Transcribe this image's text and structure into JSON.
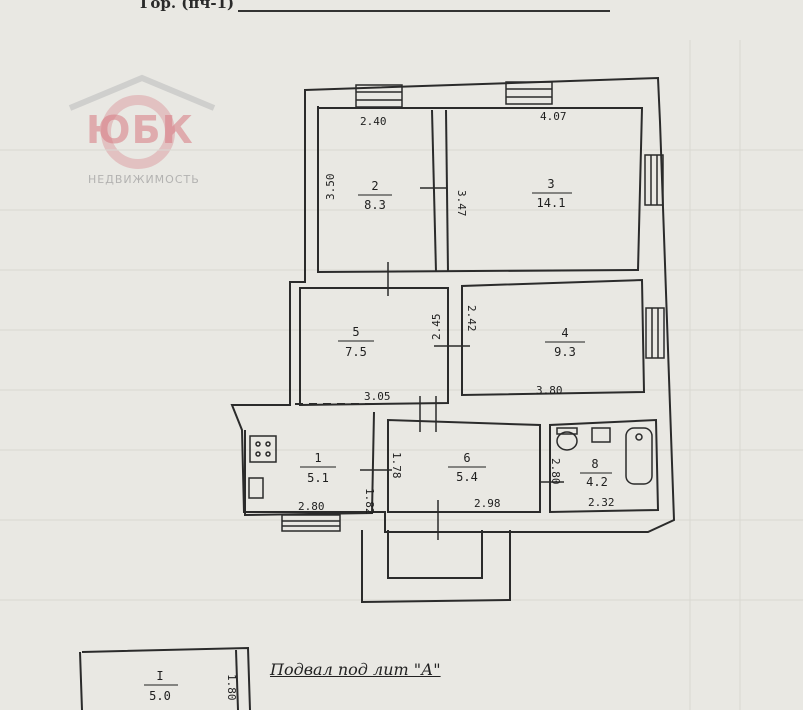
{
  "header": {
    "label": "Гор. (пч-1)"
  },
  "watermark": {
    "brand": "ЮБК",
    "subtitle": "НЕДВИЖИМОСТЬ",
    "color": "#d7787f"
  },
  "rooms": [
    {
      "number": "1",
      "area": "5.1"
    },
    {
      "number": "2",
      "area": "8.3"
    },
    {
      "number": "3",
      "area": "14.1"
    },
    {
      "number": "4",
      "area": "9.3"
    },
    {
      "number": "5",
      "area": "7.5"
    },
    {
      "number": "6",
      "area": "5.4"
    },
    {
      "number": "8",
      "area": "4.2"
    }
  ],
  "dimensions": {
    "room2_top": "2.40",
    "room3_top": "4.07",
    "room2_left": "3.50",
    "room2_right": "3.47",
    "room5_right": "2.45",
    "room4_left": "2.42",
    "room4_bottom": "3.80",
    "room5_bottom": "3.05",
    "room1_right": "1.82",
    "room1_bottom": "2.80",
    "room6_left": "1.78",
    "room6_bottom": "2.98",
    "room8_left": "2.80",
    "room8_bottom": "2.32",
    "basement_side": "1.80"
  },
  "basement": {
    "room_number": "I",
    "area": "5.0",
    "label": "Подвал под лит \"А\""
  }
}
